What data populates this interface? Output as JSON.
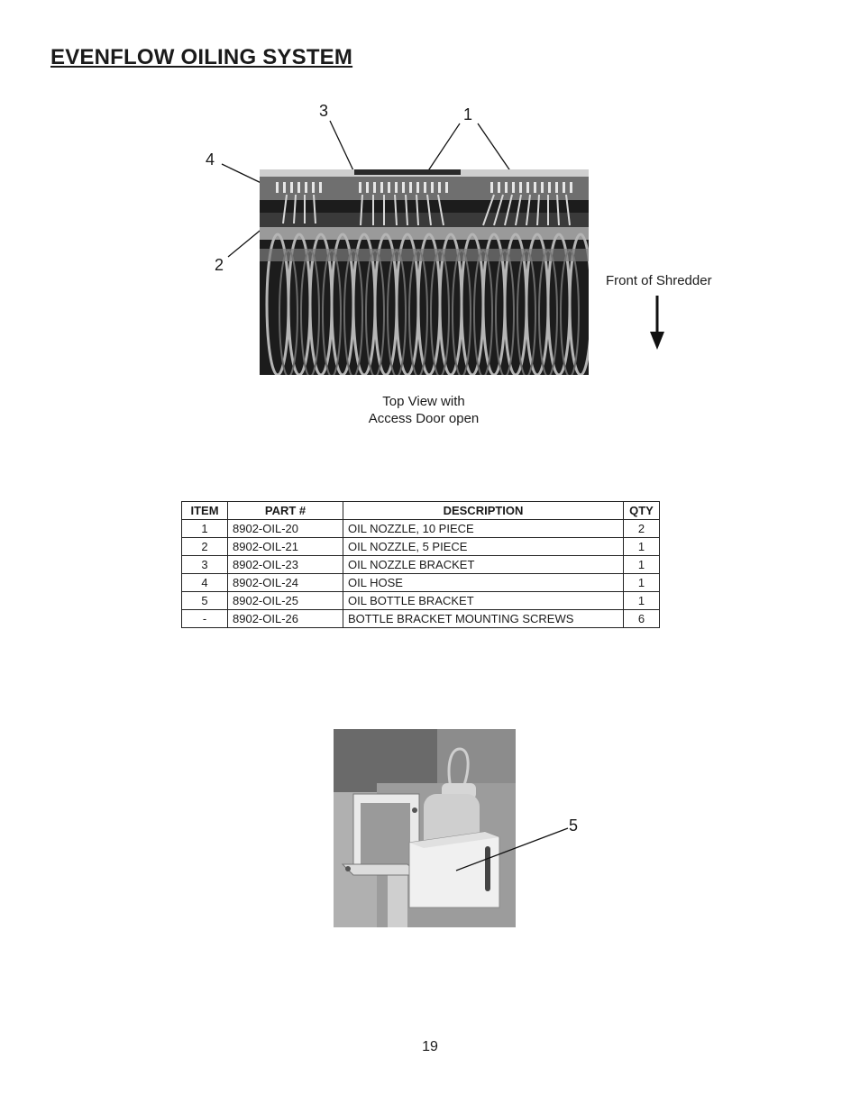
{
  "title": "EVENFLOW OILING SYSTEM",
  "figure1": {
    "callouts": [
      "3",
      "1",
      "4",
      "2"
    ],
    "caption_line1": "Top View with",
    "caption_line2": "Access Door open",
    "direction_label": "Front of Shredder"
  },
  "figure2": {
    "callouts": [
      "5"
    ]
  },
  "parts_table": {
    "headers": [
      "ITEM",
      "PART #",
      "DESCRIPTION",
      "QTY"
    ],
    "rows": [
      [
        "1",
        "8902-OIL-20",
        "OIL NOZZLE, 10 PIECE",
        "2"
      ],
      [
        "2",
        "8902-OIL-21",
        "OIL NOZZLE, 5 PIECE",
        "1"
      ],
      [
        "3",
        "8902-OIL-23",
        "OIL NOZZLE BRACKET",
        "1"
      ],
      [
        "4",
        "8902-OIL-24",
        "OIL HOSE",
        "1"
      ],
      [
        "5",
        "8902-OIL-25",
        "OIL BOTTLE BRACKET",
        "1"
      ],
      [
        "-",
        "8902-OIL-26",
        "BOTTLE BRACKET MOUNTING SCREWS",
        "6"
      ]
    ]
  },
  "page_number": "19"
}
